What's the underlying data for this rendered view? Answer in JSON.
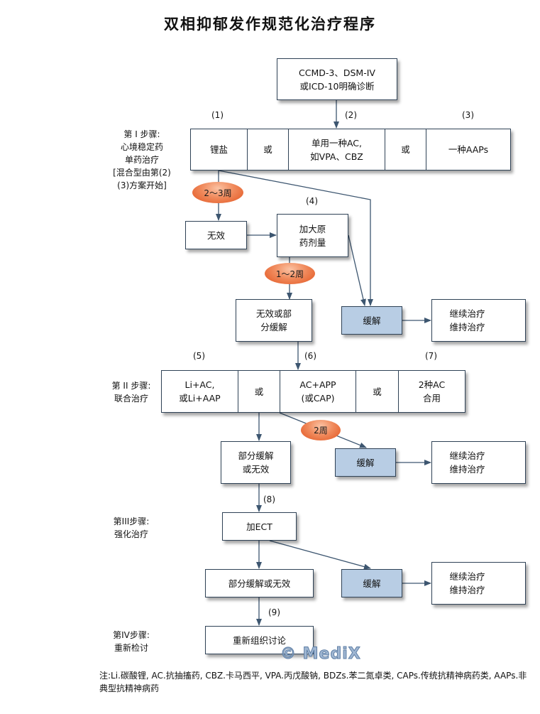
{
  "title": "双相抑郁发作规范化治疗程序",
  "diagnosis": "CCMD-3、DSM-IV\n或ICD-10明确诊断",
  "step1": {
    "label": "第 I 步骤:\n心境稳定药\n单药治疗\n[混合型由第(2)\n(3)方案开始]",
    "nums": [
      "(1)",
      "(2)",
      "(3)"
    ],
    "cells": [
      "锂盐",
      "或",
      "单用一种AC,\n如VPA、CBZ",
      "或",
      "一种AAPs"
    ]
  },
  "ellipses": {
    "e1": "2～3周",
    "e2": "1～2周",
    "e3": "2周"
  },
  "num4": "(4)",
  "ineffective": "无效",
  "increase_dose": "加大原\n药剂量",
  "ineffective_partial": "无效或部\n分缓解",
  "remission": "缓解",
  "continue": {
    "line1": "继续治疗",
    "line2": "维持治疗"
  },
  "step2": {
    "label": "第 II 步骤:\n联合治疗",
    "nums": [
      "(5)",
      "(6)",
      "(7)"
    ],
    "cells": [
      "Li+AC,\n或Li+AAP",
      "或",
      "AC+APP\n(或CAP)",
      "或",
      "2种AC\n合用"
    ]
  },
  "partial_or_ineffective": "部分缓解\n或无效",
  "num8": "(8)",
  "step3": {
    "label": "第III步骤:\n强化治疗",
    "box": "加ECT"
  },
  "partial_or_ineffective2": "部分缓解或无效",
  "num9": "(9)",
  "step4": {
    "label": "第IV步骤:\n重新检讨",
    "box": "重新组织讨论"
  },
  "watermark": "© MediX",
  "note": "注:Li.碳酸锂, AC.抗抽搐药, CBZ.卡马西平, VPA.丙戊酸钠, BDZs.苯二氮卓类, CAPs.传统抗精神病药类, AAPs.非典型抗精神病药",
  "colors": {
    "line": "#3d5670",
    "remission_fill": "#b8cde4",
    "ellipse": "#e8693a"
  }
}
